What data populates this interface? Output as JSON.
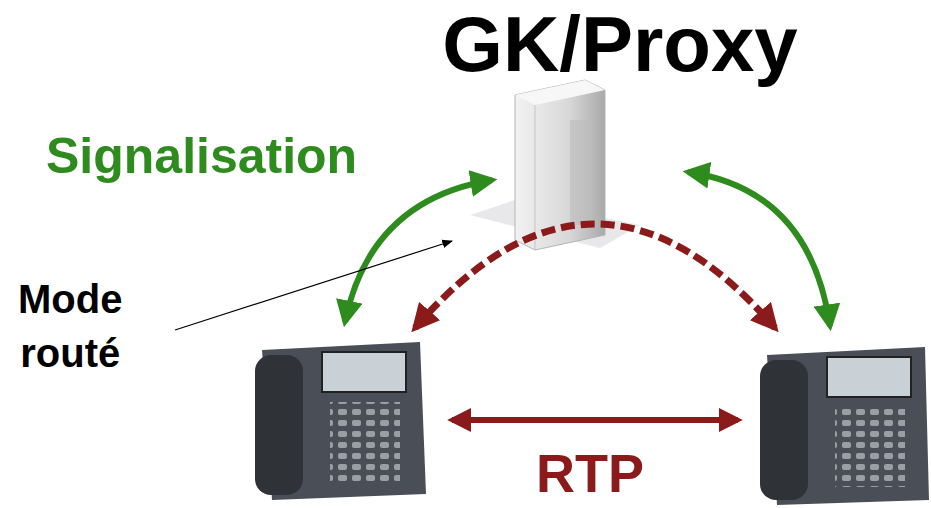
{
  "diagram": {
    "nodes": [
      {
        "text": [
          "GK/Proxy"
        ]
      }
    ],
    "labels": [
      "Signalisation",
      "Mode routé",
      "RTP"
    ]
  }
}
